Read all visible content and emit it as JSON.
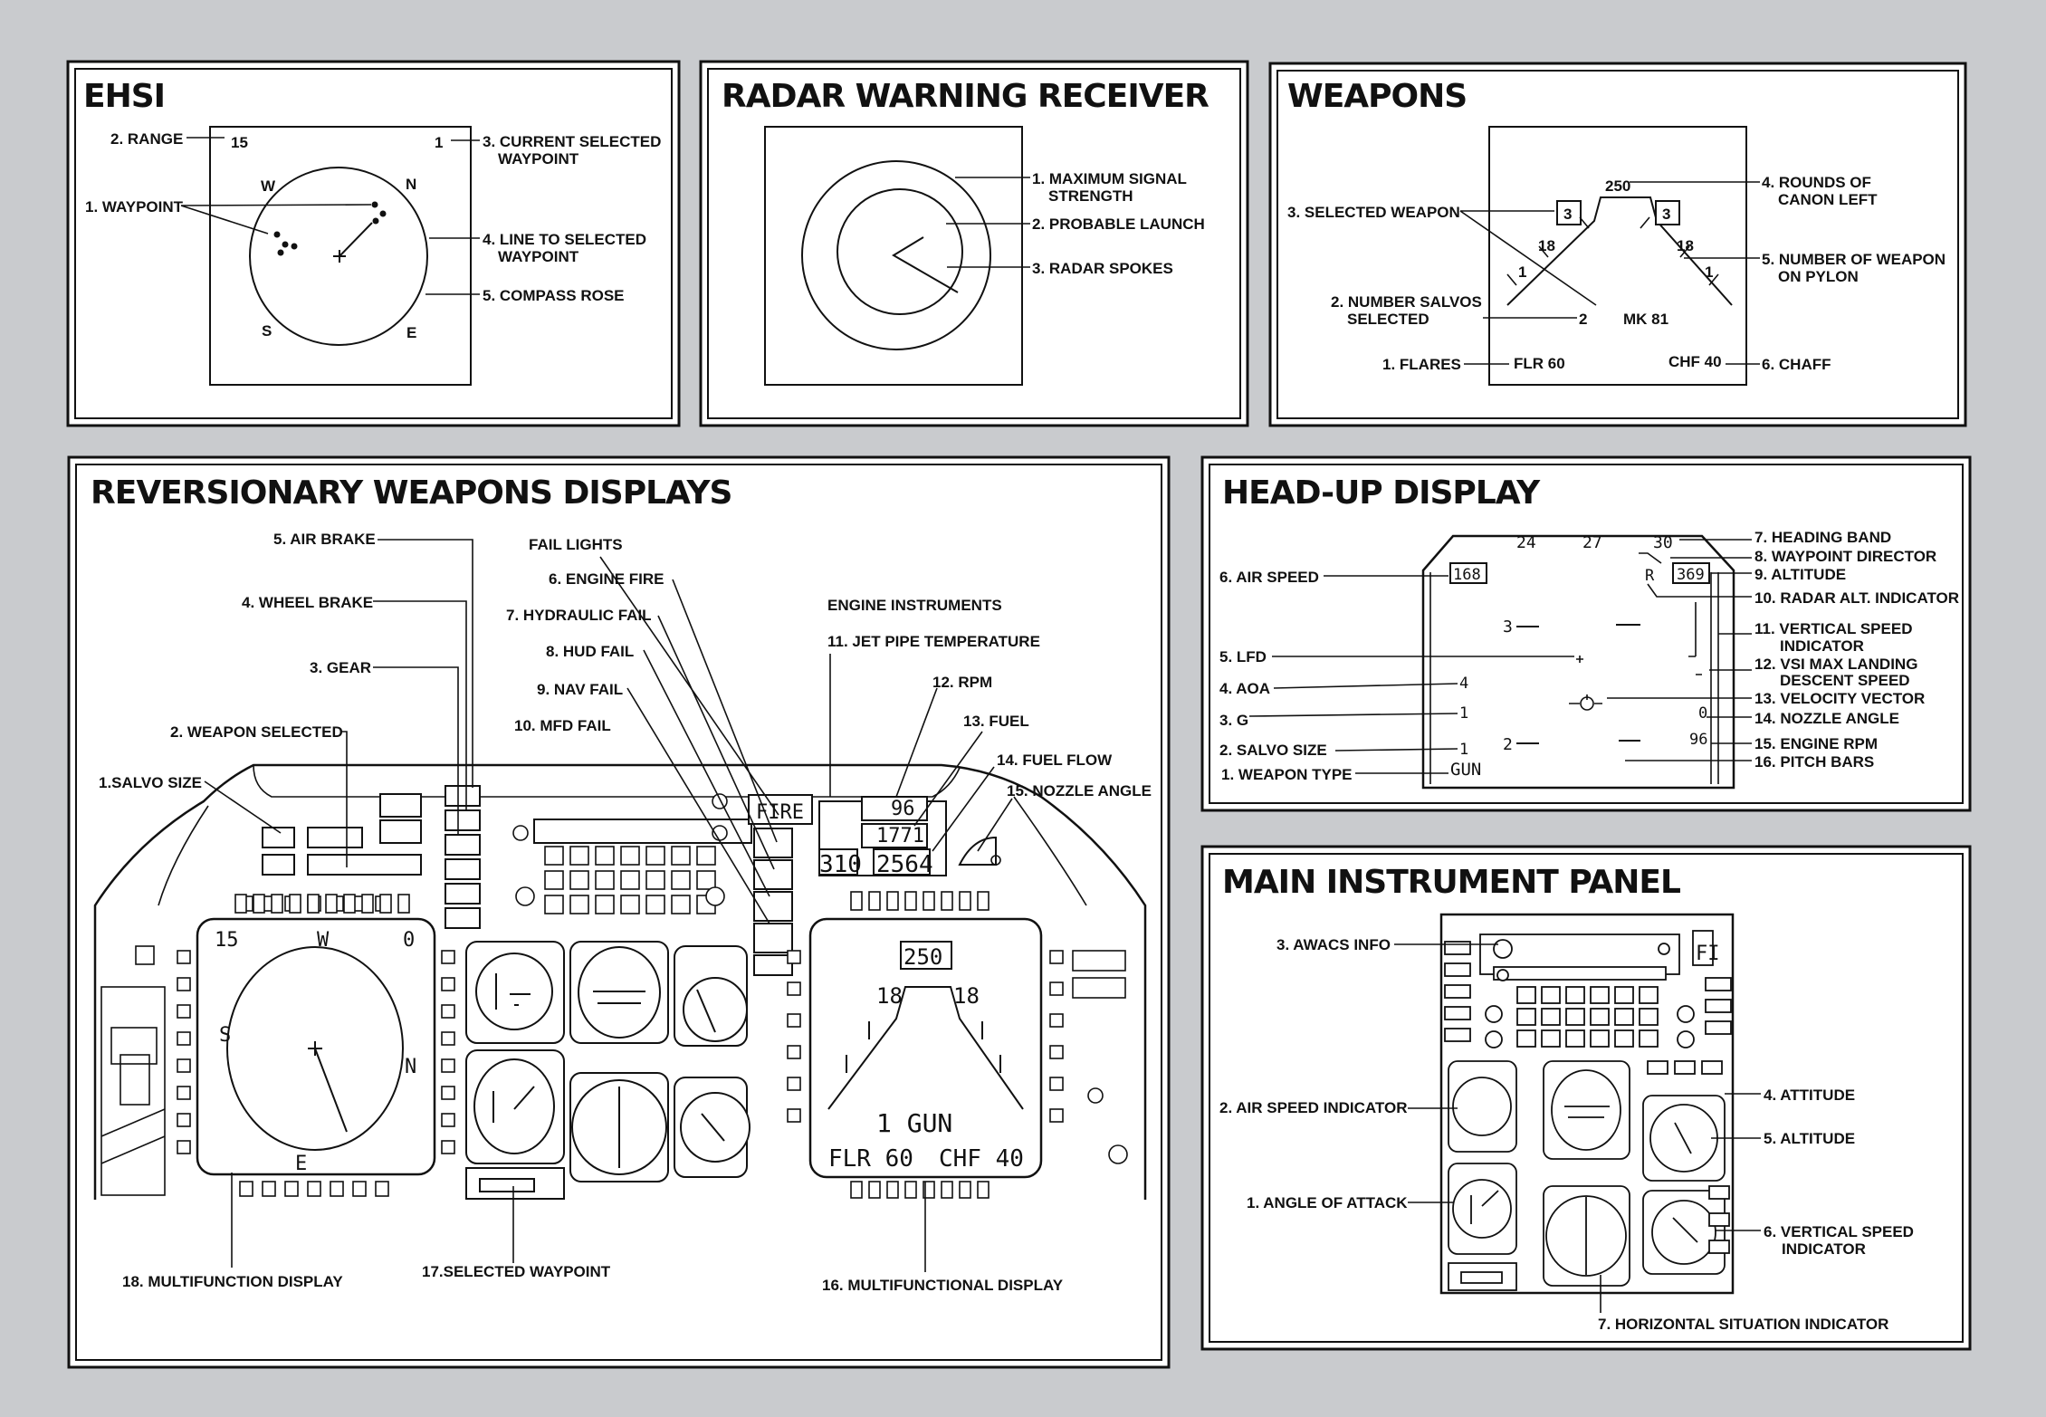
{
  "ehsi": {
    "title": "EHSI",
    "range_value": "15",
    "waypoint_value": "1",
    "compass": {
      "n": "N",
      "w": "W",
      "s": "S",
      "e": "E"
    },
    "labels": {
      "range": "2. RANGE",
      "waypoint": "1. WAYPOINT",
      "current_wp_1": "3. CURRENT SELECTED",
      "current_wp_2": "WAYPOINT",
      "line_1": "4. LINE TO SELECTED",
      "line_2": "WAYPOINT",
      "compass_rose": "5. COMPASS ROSE"
    }
  },
  "rwr": {
    "title": "RADAR WARNING RECEIVER",
    "labels": {
      "max_signal_1": "1. MAXIMUM SIGNAL",
      "max_signal_2": "STRENGTH",
      "launch": "2. PROBABLE LAUNCH",
      "spokes": "3. RADAR SPOKES"
    }
  },
  "weapons": {
    "title": "WEAPONS",
    "rounds": "250",
    "pylon_left": "3",
    "pylon_right": "3",
    "count_left": "18",
    "count_right": "18",
    "salvo_left": "1",
    "salvo_right": "1",
    "salvo_value": "2",
    "weapon_name": "MK 81",
    "flares": "FLR 60",
    "chaff": "CHF 40",
    "labels": {
      "selected": "3. SELECTED WEAPON",
      "salvos_1": "2. NUMBER SALVOS",
      "salvos_2": "SELECTED",
      "flares": "1. FLARES",
      "rounds_1": "4. ROUNDS OF",
      "rounds_2": "CANON LEFT",
      "pylon_1": "5. NUMBER OF WEAPON",
      "pylon_2": "ON PYLON",
      "chaff": "6. CHAFF"
    }
  },
  "rev": {
    "title": "REVERSIONARY WEAPONS DISPLAYS",
    "labels": {
      "air_brake": "5. AIR BRAKE",
      "wheel_brake": "4. WHEEL BRAKE",
      "gear": "3. GEAR",
      "weapon_selected": "2. WEAPON SELECTED",
      "salvo_size": "1.SALVO SIZE",
      "fail_lights": "FAIL LIGHTS",
      "engine_fire": "6. ENGINE FIRE",
      "hydraulic": "7. HYDRAULIC FAIL",
      "hud_fail": "8. HUD FAIL",
      "nav_fail": "9. NAV FAIL",
      "mfd_fail": "10. MFD FAIL",
      "engine_instruments": "ENGINE INSTRUMENTS",
      "jpt": "11. JET PIPE TEMPERATURE",
      "rpm": "12. RPM",
      "fuel": "13. FUEL",
      "fuel_flow": "14. FUEL FLOW",
      "nozzle": "15. NOZZLE ANGLE",
      "mfd_right": "16. MULTIFUNCTIONAL DISPLAY",
      "selected_wp": "17.SELECTED WAYPOINT",
      "mfd_left": "18. MULTIFUNCTION DISPLAY"
    },
    "fire": "FIRE",
    "jpt_value": "310",
    "rpm_value": "96",
    "fuel_value": "1771",
    "flow_value": "2564",
    "mfd": {
      "rounds": "250",
      "left_count": "18",
      "right_count": "18",
      "salvo": "1",
      "weapon": "1 GUN",
      "flares": "FLR 60",
      "chaff": "CHF 40",
      "range": "15",
      "wp": "0",
      "n": "W",
      "e": "N",
      "s": "E",
      "w": "S"
    }
  },
  "hud": {
    "title": "HEAD-UP DISPLAY",
    "heading": [
      "24",
      "27",
      "30"
    ],
    "airspeed": "168",
    "altitude": "369",
    "radar_alt": "R",
    "pitch_upper": "3",
    "pitch_lower": "2",
    "aoa": "4",
    "g": "1",
    "salvo": "1",
    "weapon": "GUN",
    "nozzle": "0",
    "rpm": "96",
    "labels": {
      "air_speed": "6. AIR SPEED",
      "lfd": "5. LFD",
      "aoa": "4. AOA",
      "g": "3. G",
      "salvo": "2. SALVO SIZE",
      "weapon_type": "1. WEAPON TYPE",
      "heading": "7. HEADING BAND",
      "wp_director": "8. WAYPOINT DIRECTOR",
      "altitude": "9. ALTITUDE",
      "radar_alt": "10. RADAR ALT. INDICATOR",
      "vsi_1": "11. VERTICAL SPEED",
      "vsi_2": "INDICATOR",
      "vsi_max_1": "12. VSI MAX LANDING",
      "vsi_max_2": "DESCENT SPEED",
      "velocity": "13. VELOCITY VECTOR",
      "nozzle": "14. NOZZLE ANGLE",
      "rpm": "15. ENGINE RPM",
      "pitch": "16. PITCH BARS"
    }
  },
  "mip": {
    "title": "MAIN INSTRUMENT PANEL",
    "fire_partial": "FI",
    "labels": {
      "awacs": "3. AWACS INFO",
      "air_speed": "2. AIR SPEED INDICATOR",
      "aoa": "1. ANGLE OF ATTACK",
      "attitude": "4. ATTITUDE",
      "altitude": "5. ALTITUDE",
      "vsi_1": "6. VERTICAL SPEED",
      "vsi_2": "INDICATOR",
      "hsi": "7. HORIZONTAL SITUATION INDICATOR"
    }
  }
}
